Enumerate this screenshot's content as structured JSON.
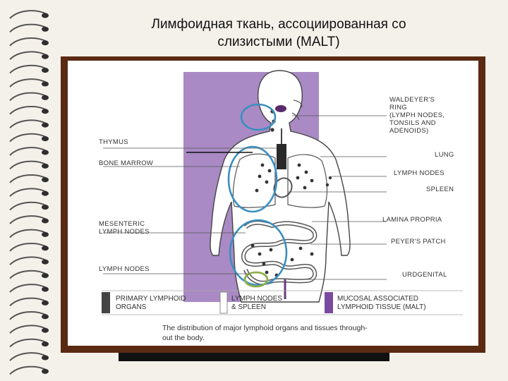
{
  "slide": {
    "title_line1": "Лимфоидная ткань, ассоциированная со",
    "title_line2": "слизистыми  (MALT)"
  },
  "figure": {
    "labels_left": {
      "thymus": "THYMUS",
      "bone_marrow": "BONE MARROW",
      "mesenteric": "MESENTERIC\nLYMPH NODES",
      "lymph_nodes": "LYMPH NODES"
    },
    "labels_right": {
      "waldeyer": "WALDEYER'S\nRING\n(LYMPH NODES,\nTONSILS AND\nADENOIDS)",
      "lung": "LUNG",
      "lymph_nodes": "LYMPH NODES",
      "spleen": "SPLEEN",
      "lamina": "LAMINA PROPRIA",
      "peyers": "PEYER'S PATCH",
      "urogenital": "URDGENITAL"
    },
    "legend": {
      "primary": "PRIMARY LYMPHOID\nORGANS",
      "secondary": "LYMPH NODES\n& SPLEEN",
      "malt": "MUCOSAL ASSOCIATED\nLYMPHOID TISSUE (MALT)"
    },
    "caption": "The distribution of major lymphoid organs and tissues through-\nout the body.",
    "colors": {
      "body_purple": "#a98ac4",
      "annotation_blue": "#3a8fc0",
      "annotation_green": "#8fae4a",
      "frame_brown": "#5a2a12"
    }
  }
}
